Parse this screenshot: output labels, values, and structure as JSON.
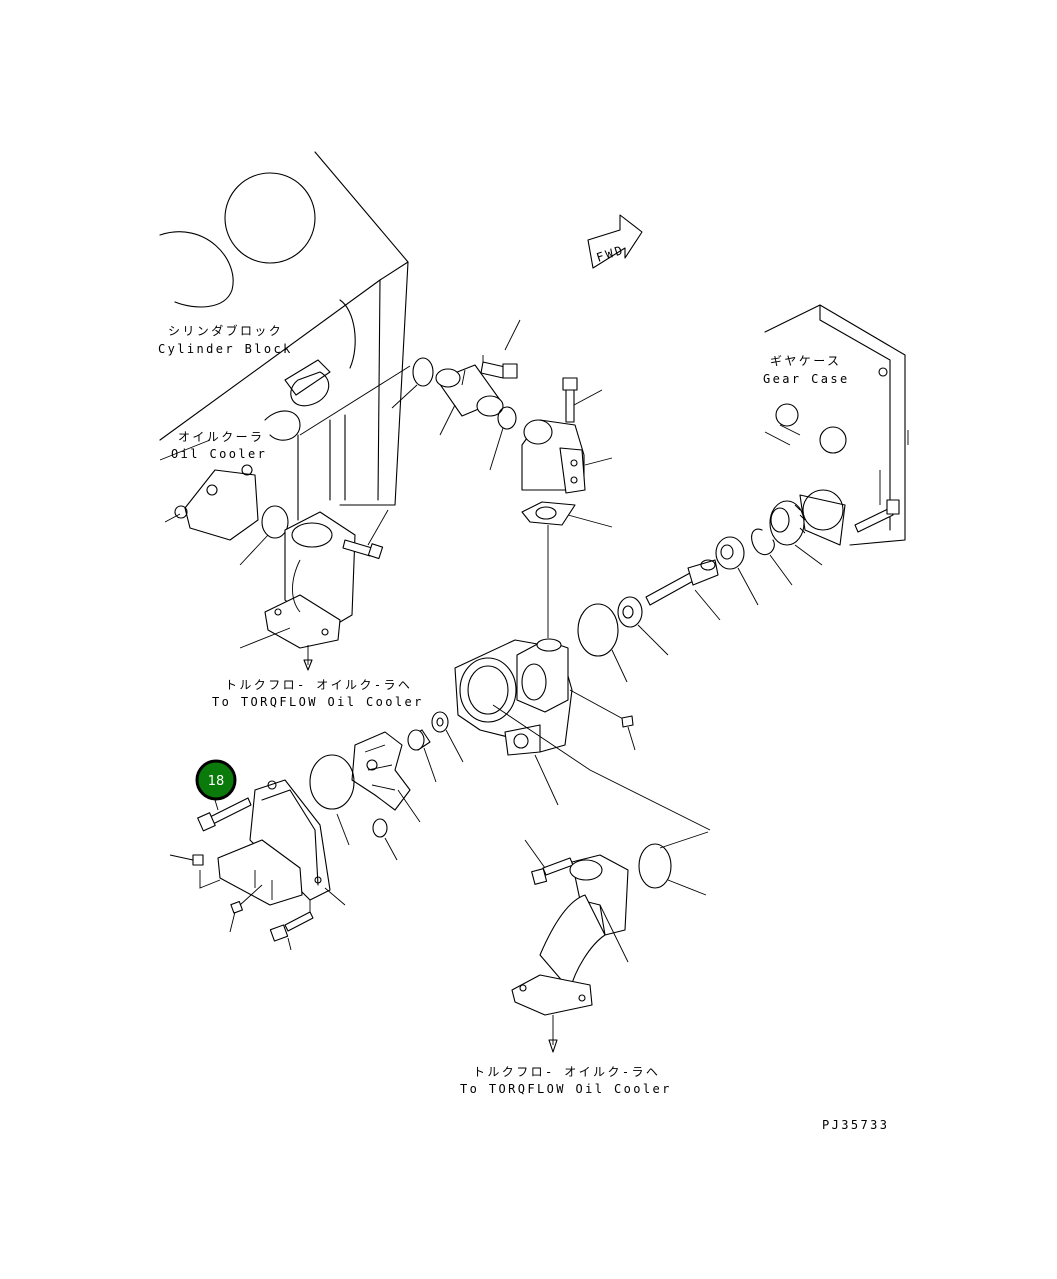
{
  "labels": {
    "cylinder_block_ja": "シリンダブロック",
    "cylinder_block_en": "Cylinder Block",
    "oil_cooler_ja": "オイルクーラ",
    "oil_cooler_en": "Oil Cooler",
    "gear_case_ja": "ギヤケース",
    "gear_case_en": "Gear Case",
    "torqflow_ja_1": "トルクフロ- オイルク-ラヘ",
    "torqflow_en_1": "To TORQFLOW Oil Cooler",
    "torqflow_ja_2": "トルクフロ- オイルク-ラヘ",
    "torqflow_en_2": "To TORQFLOW Oil Cooler",
    "fwd": "FWD",
    "drawing_number": "PJ35733"
  },
  "callout": {
    "number": "18",
    "color": "#0a7a0a",
    "ring_color": "#000000",
    "text_color": "#ffffff"
  }
}
